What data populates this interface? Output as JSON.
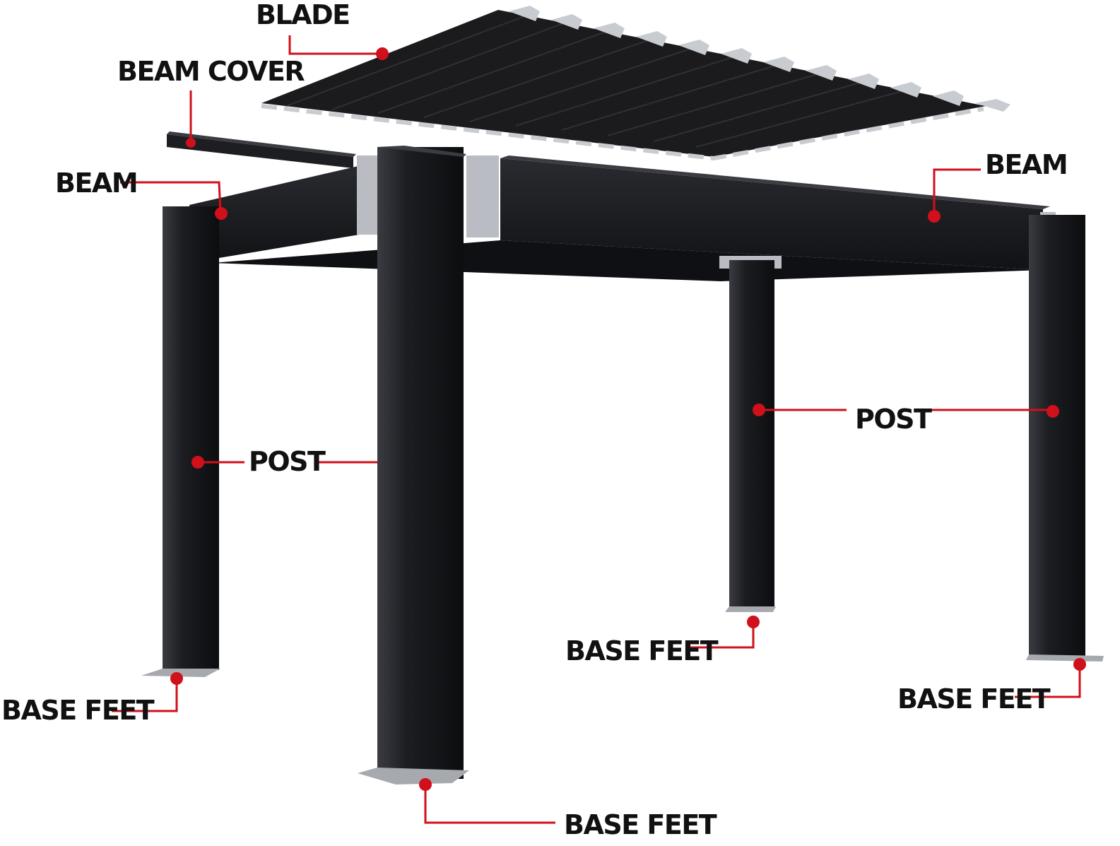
{
  "colors": {
    "frame": "#18191c",
    "frame_shade": "#0c0d0f",
    "frame_highlight": "#3a3c42",
    "blade_top": "#1b1b1d",
    "blade_metal": "#c8cbd0",
    "bracket_metal": "#b9bcc2",
    "base_plate": "#a6a9ae",
    "leader": "#d0101a",
    "label": "#111111"
  },
  "labels": {
    "blade": "BLADE",
    "beam_cover": "BEAM COVER",
    "beam_left": "BEAM",
    "beam_right": "BEAM",
    "post_left": "POST",
    "post_right": "POST",
    "base_feet_left": "BASE FEET",
    "base_feet_front": "BASE FEET",
    "base_feet_mid": "BASE FEET",
    "base_feet_right": "BASE FEET"
  },
  "icons": {
    "marker": "red-dot-icon"
  }
}
